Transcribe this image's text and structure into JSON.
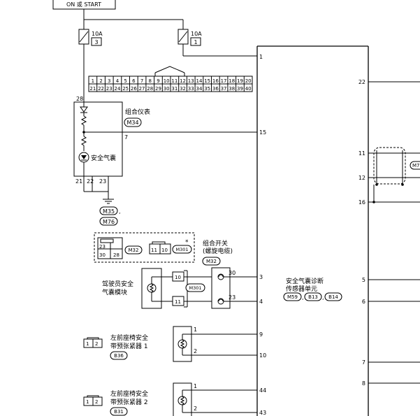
{
  "ignition_label": "ON 或 START",
  "fuses": [
    {
      "rating": "10A",
      "number": "3"
    },
    {
      "rating": "10A",
      "number": "1"
    }
  ],
  "junction_block": {
    "row1": [
      "1",
      "2",
      "3",
      "4",
      "5",
      "6",
      "7",
      "8",
      "9",
      "10",
      "11",
      "12",
      "13",
      "14",
      "15",
      "16",
      "17",
      "18",
      "19",
      "20"
    ],
    "row2": [
      "21",
      "22",
      "23",
      "24",
      "25",
      "26",
      "27",
      "28",
      "29",
      "30",
      "31",
      "32",
      "33",
      "34",
      "35",
      "36",
      "37",
      "38",
      "39",
      "40"
    ]
  },
  "combination_meter": {
    "name": "组合仪表",
    "connector": "M34",
    "pin_top": "28",
    "pin_side": "7",
    "pins_bottom": [
      "21",
      "22",
      "23"
    ],
    "airbag_lamp": "安全气囊"
  },
  "ground_connectors": [
    "M35",
    "M76"
  ],
  "ground_separator": ",",
  "connector_views": {
    "c1_pins": [
      "23",
      "30",
      "28"
    ],
    "c1_label": "M32",
    "c2_pins": [
      "11",
      "10"
    ],
    "c2_label": "M301",
    "asterisk": "*"
  },
  "spiral_cable": {
    "name_line1": "组合开关",
    "name_line2": "(螺旋电缆)",
    "connector": "M32",
    "pin_a": "30",
    "pin_b": "23"
  },
  "driver_airbag": {
    "line1": "驾驶员安全",
    "line2": "气囊模块",
    "pin_a": "10",
    "pin_b": "11",
    "connector": "M301"
  },
  "pretensioner1": {
    "line1": "左前座椅安全",
    "line2": "带预张紧器 1",
    "connector": "B36",
    "pins": [
      "1",
      "2"
    ],
    "pin_a": "1",
    "pin_b": "2"
  },
  "pretensioner2": {
    "line1": "左前座椅安全",
    "line2": "带预张紧器 2",
    "connector": "B31",
    "pins": [
      "1",
      "2"
    ],
    "pin_a": "1",
    "pin_b": "2"
  },
  "diagnosis_unit": {
    "line1": "安全气囊诊断",
    "line2": "传感器单元",
    "connectors": [
      "M59",
      "B13",
      "B14"
    ],
    "separator": ","
  },
  "unit_left_pins": {
    "p1": "1",
    "p15": "15",
    "p3": "3",
    "p4": "4",
    "p9": "9",
    "p10": "10",
    "p44": "44",
    "p43": "43"
  },
  "unit_right_pins": {
    "p22": "22",
    "p11": "11",
    "p12": "12",
    "p16": "16",
    "p5": "5",
    "p6": "6",
    "p7": "7",
    "p8": "8"
  },
  "partial_connector": "M7"
}
